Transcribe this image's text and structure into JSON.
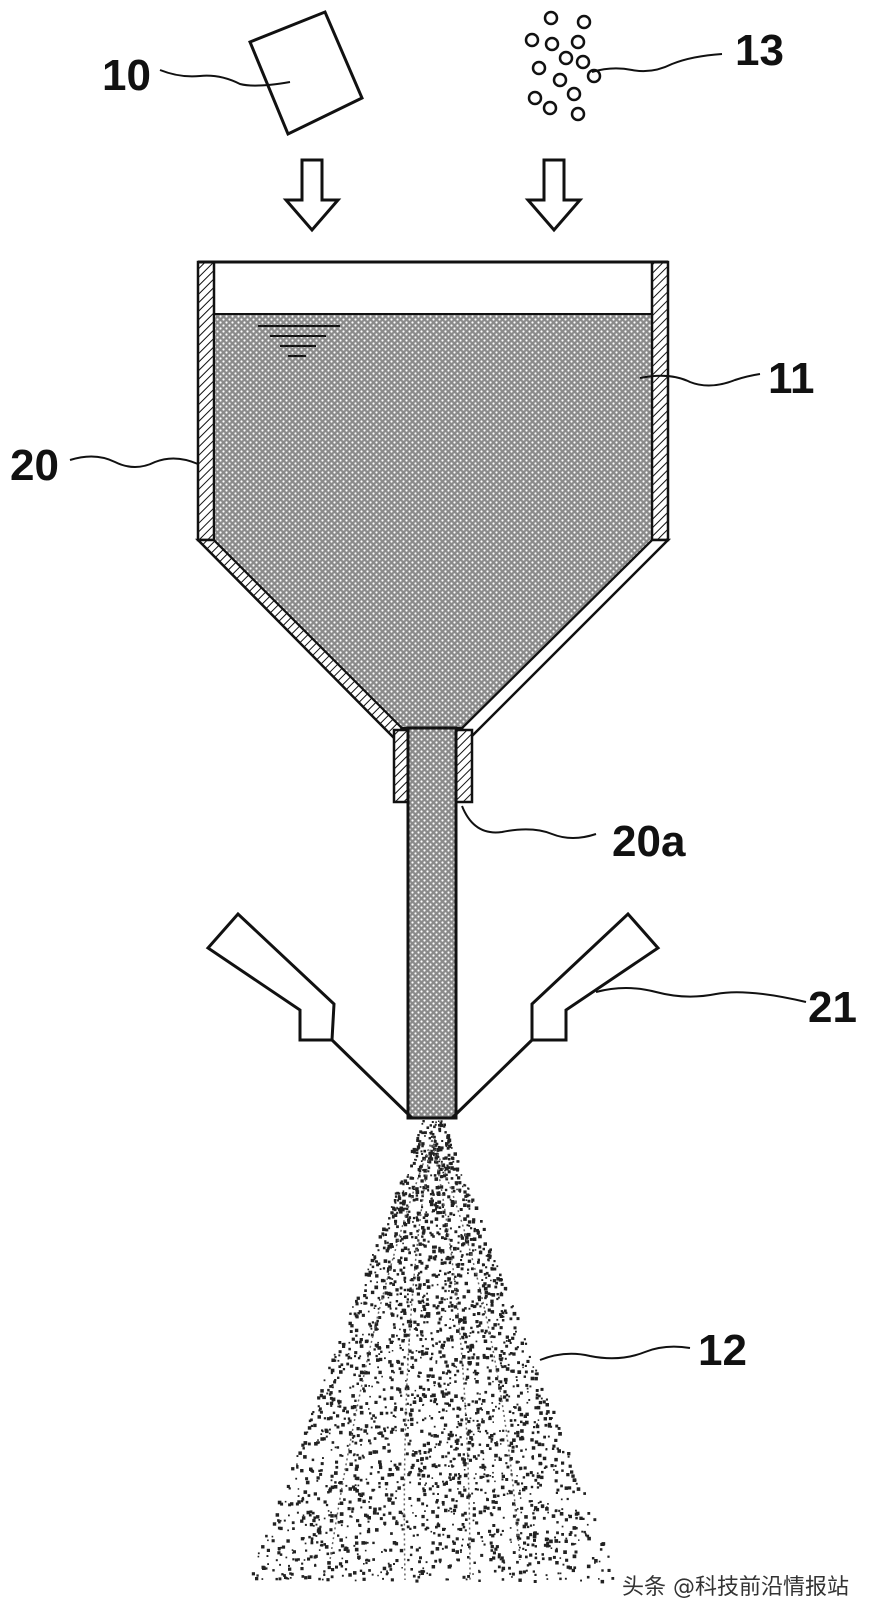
{
  "labels": {
    "raw_material": "10",
    "particles": "13",
    "slurry": "11",
    "container": "20",
    "outlet": "20a",
    "nozzle": "21",
    "spray": "12"
  },
  "watermark": "头条 @科技前沿情报站",
  "colors": {
    "ink": "#111111",
    "fill_pattern": "#555555",
    "background": "#ffffff"
  }
}
